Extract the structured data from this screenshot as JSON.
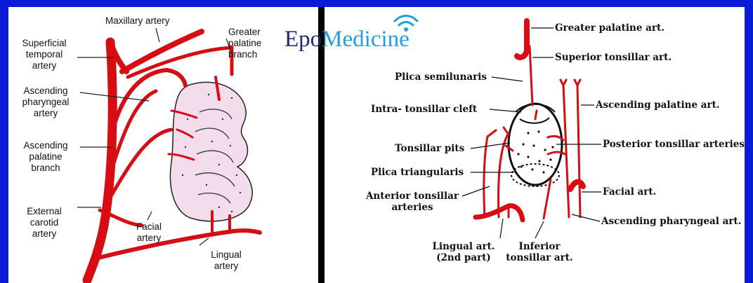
{
  "logo": {
    "part1": "Epo",
    "part2": "Medicine"
  },
  "colors": {
    "artery": "#d60d12",
    "tonsil": "#f3dcec",
    "border": "#0a1bd8",
    "logo_dark": "#1e2a70",
    "logo_blue": "#1f9fe0"
  },
  "left": {
    "maxillary": "Maxillary artery",
    "superficial_temporal": [
      "Superficial",
      "temporal",
      "artery"
    ],
    "greater_palatine": [
      "Greater",
      "palatine",
      "branch"
    ],
    "ascending_pharyngeal": [
      "Ascending",
      "pharyngeal",
      "artery"
    ],
    "ascending_palatine": [
      "Ascending",
      "palatine",
      "branch"
    ],
    "external_carotid": [
      "External",
      "carotid",
      "artery"
    ],
    "facial": [
      "Facial",
      "artery"
    ],
    "lingual": [
      "Lingual",
      "artery"
    ]
  },
  "right": {
    "greater_palatine": "Greater palatine art.",
    "superior_tonsillar": "Superior tonsillar art.",
    "plica_semilunaris": "Plica semilunaris",
    "intra_tonsillar": "Intra- tonsillar cleft",
    "ascending_palatine": "Ascending palatine art.",
    "tonsillar_pits": "Tonsillar pits",
    "posterior_tonsillar": "Posterior tonsillar arteries",
    "plica_triangularis": "Plica triangularis",
    "anterior_tonsillar": [
      "Anterior tonsillar",
      "arteries"
    ],
    "facial": "Facial art.",
    "ascending_pharyngeal": "Ascending pharyngeal art.",
    "lingual": [
      "Lingual art.",
      "(2nd part)"
    ],
    "inferior_tonsillar": [
      "Inferior",
      "tonsillar art."
    ]
  }
}
